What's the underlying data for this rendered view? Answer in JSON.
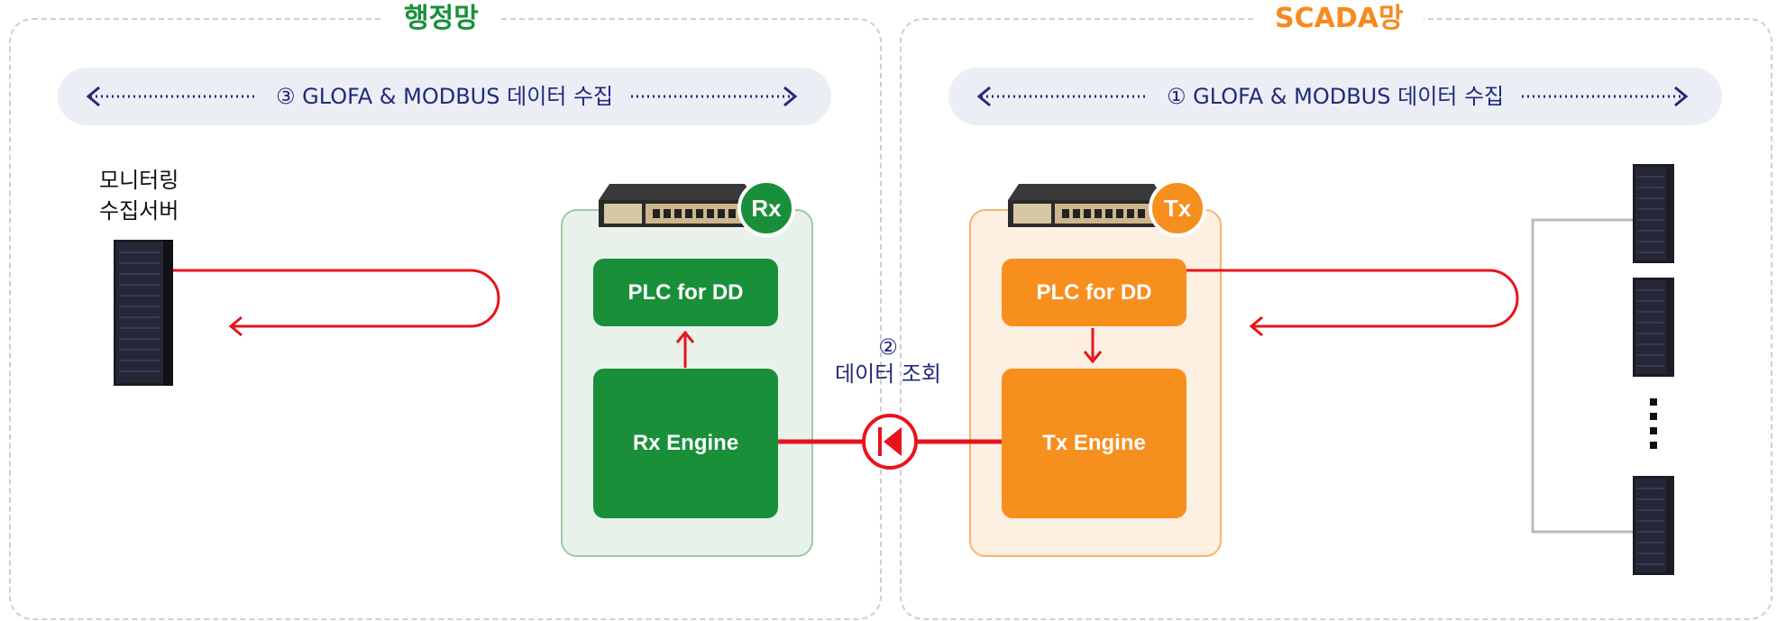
{
  "left_zone": {
    "title": "행정망",
    "title_color": "#1a8f3a",
    "banner": "③ GLOFA & MODBUS 데이터 수집",
    "server_label_line1": "모니터링",
    "server_label_line2": "수집서버",
    "panel_badge": "Rx",
    "plc_label": "PLC for DD",
    "engine_label": "Rx Engine",
    "accent": "#1a8f3a",
    "panel_bg": "#e8f2ea"
  },
  "right_zone": {
    "title": "SCADA망",
    "title_color": "#f78a1e",
    "banner": "① GLOFA & MODBUS 데이터 수집",
    "panel_badge": "Tx",
    "plc_label": "PLC for DD",
    "engine_label": "Tx Engine",
    "accent": "#f78f1e",
    "panel_bg": "#fdf0e2"
  },
  "center": {
    "step_marker": "②",
    "step_label": "데이터 조회",
    "diode_icon": "one-way-diode-icon"
  },
  "colors": {
    "flow_red": "#e8141c",
    "banner_text": "#1f2a7a",
    "banner_bg": "#eceef6",
    "zone_border": "#cfcfcf"
  },
  "icons": [
    "server-rack-icon",
    "network-appliance-icon",
    "vertical-ellipsis-icon",
    "dotted-arrow-left-icon",
    "dotted-arrow-right-icon"
  ]
}
